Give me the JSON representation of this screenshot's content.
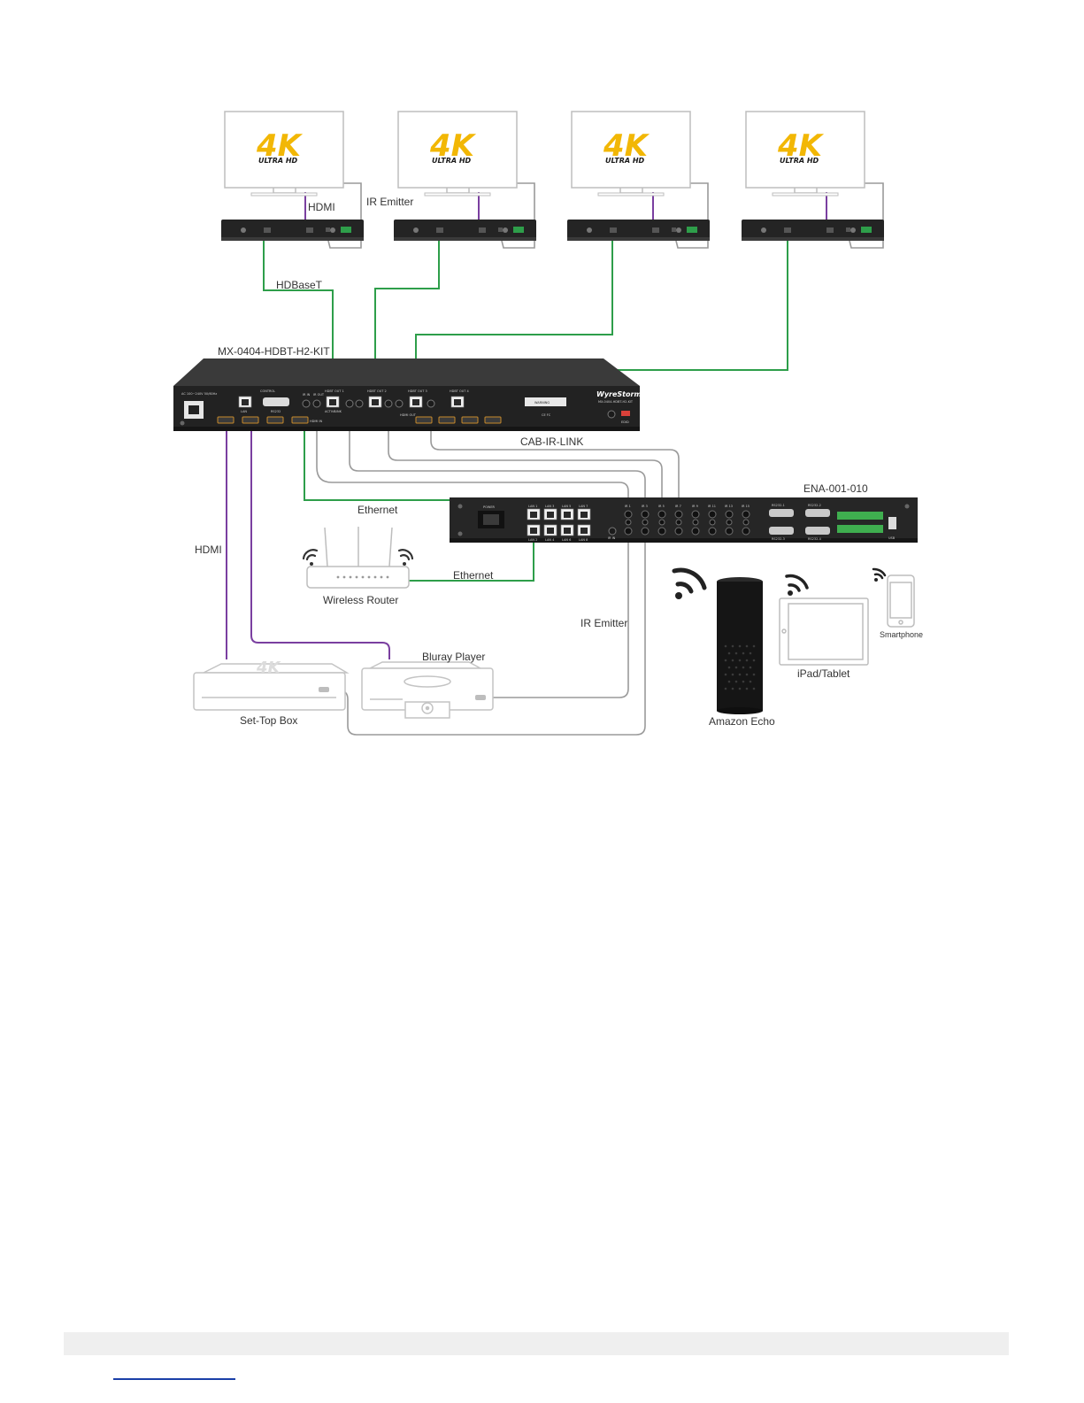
{
  "displays": {
    "logo_big": "4K",
    "logo_small": "ULTRA HD"
  },
  "labels": {
    "hdmi_top": "HDMI",
    "ir_emitter_top": "IR Emitter",
    "hdbaset": "HDBaseT",
    "matrix_model": "MX-0404-HDBT-H2-KIT",
    "cab_ir_link": "CAB-IR-LINK",
    "ena_model": "ENA-001-010",
    "ethernet_1": "Ethernet",
    "hdmi_left": "HDMI",
    "ethernet_2": "Ethernet",
    "wireless_router": "Wireless Router",
    "ir_emitter_bottom": "IR Emitter",
    "bluray_player": "Bluray Player",
    "set_top_box": "Set-Top Box",
    "amazon_echo": "Amazon Echo",
    "ipad_tablet": "iPad/Tablet",
    "smartphone": "Smartphone"
  },
  "matrix_panel": {
    "brand": "WyreStorm",
    "model_small": "MX-0404-HDBT-H2-KIT",
    "power": "AC 100~240V 50/60Hz",
    "control": "CONTROL",
    "lan": "LAN",
    "rs232": "RS232",
    "hdbt_out": [
      "HDBT OUT 1",
      "HDBT OUT 2",
      "HDBT OUT 3",
      "HDBT OUT 4"
    ],
    "hdmi_out": "HDMI OUT",
    "hdmi_in": "HDMI IN",
    "ir_in": "IR IN",
    "ir_out": "IR OUT",
    "active": "ACTIVE",
    "link": "LINK",
    "warning": "WARNING",
    "cert": "CE FC",
    "edid": "EDID"
  },
  "ena_panel": {
    "power": "POWER",
    "lan_ports": [
      "LAN 1",
      "LAN 3",
      "LAN 5",
      "LAN 7",
      "LAN 2",
      "LAN 4",
      "LAN 6",
      "LAN 8"
    ],
    "ir_ports": [
      "IR 1",
      "IR 3",
      "IR 5",
      "IR 7",
      "IR 9",
      "IR 11",
      "IR 13",
      "IR 15"
    ],
    "rs232": [
      "RS232-1",
      "RS232-2",
      "RS232-3",
      "RS232-4"
    ],
    "usb": "USB",
    "ir_in": "IR IN"
  },
  "colors": {
    "ethernet": "#2e9e4a",
    "hdmi": "#7a3fa0",
    "ir": "#9a9a9a",
    "device": "#252525",
    "logo_gold": "#f2b705"
  }
}
